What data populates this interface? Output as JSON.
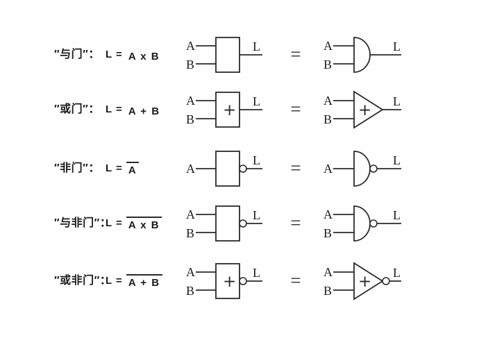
{
  "page": {
    "background": "#fefefe",
    "ink": "#2a2a2a",
    "description_equals_symbol": "="
  },
  "rows": [
    {
      "id": "and",
      "name": "″与门″：",
      "formula_lhs": "L =",
      "formula_expr": "A x B",
      "overline": false,
      "input_a": "A",
      "input_b": "B",
      "output": "L",
      "box_symbol": "",
      "equals": "=",
      "ansi_shape": "d-shape",
      "bubble": false
    },
    {
      "id": "or",
      "name": "″或门″：",
      "formula_lhs": "L =",
      "formula_expr": "A + B",
      "overline": false,
      "input_a": "A",
      "input_b": "B",
      "output": "L",
      "box_symbol": "+",
      "equals": "=",
      "ansi_shape": "triangle",
      "bubble": false
    },
    {
      "id": "not",
      "name": "″非门″：",
      "formula_lhs": "L =",
      "formula_expr": "A",
      "overline": true,
      "input_a": "A",
      "output": "L",
      "box_symbol": "",
      "equals": "=",
      "ansi_shape": "d-shape",
      "bubble": true
    },
    {
      "id": "nand",
      "name": "″与非门″：",
      "formula_lhs": "L =",
      "formula_expr": "A x B",
      "overline": true,
      "input_a": "A",
      "input_b": "B",
      "output": "L",
      "box_symbol": "",
      "equals": "=",
      "ansi_shape": "d-shape",
      "bubble": true
    },
    {
      "id": "nor",
      "name": "″或非门″：",
      "formula_lhs": "L =",
      "formula_expr": "A + B",
      "overline": true,
      "input_a": "A",
      "input_b": "B",
      "output": "L",
      "box_symbol": "+",
      "equals": "=",
      "ansi_shape": "triangle",
      "bubble": true
    }
  ]
}
